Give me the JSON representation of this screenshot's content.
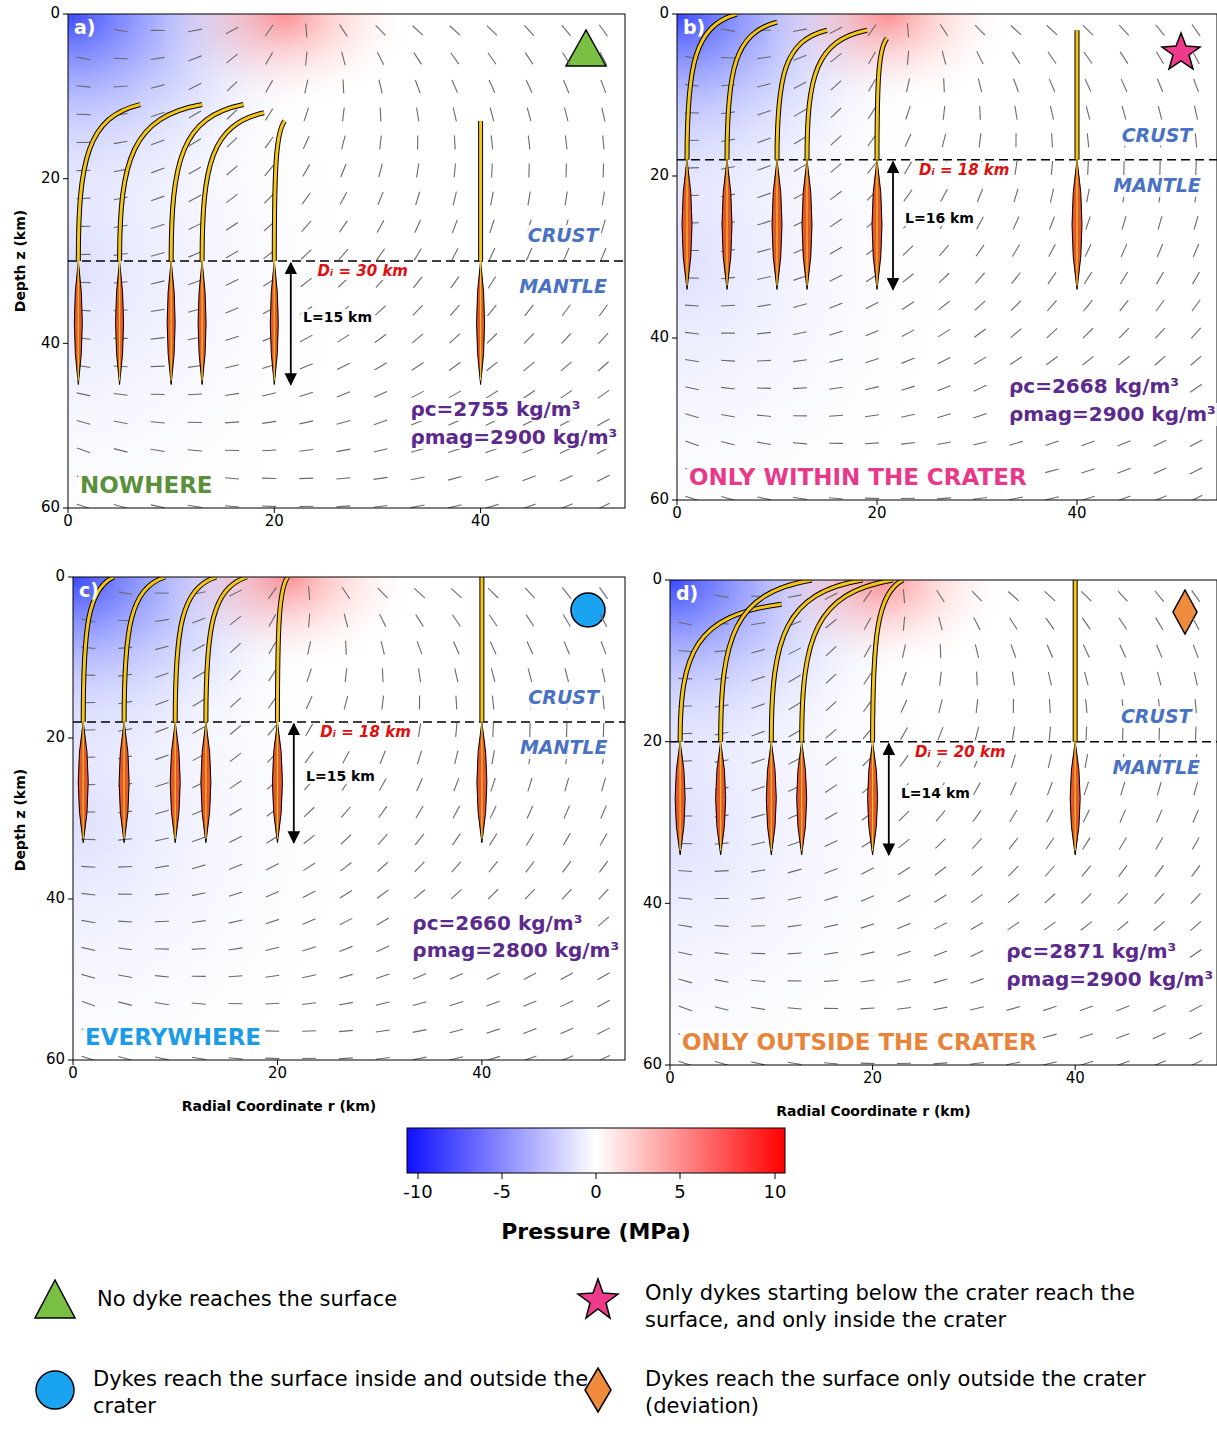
{
  "diagram": {
    "labels": [
      "a)",
      "CRUST",
      "MANTLE",
      "Dᵢ = 30 km",
      "L=15 km",
      "ρc=2755 kg/m³",
      "ρmag=2900 kg/m³",
      "NOWHERE",
      "Depth z (km)",
      "0",
      "20",
      "40",
      "60",
      "0",
      "20",
      "40",
      "b)",
      "CRUST",
      "MANTLE",
      "Dᵢ = 18 km",
      "L=16 km",
      "ρc=2668 kg/m³",
      "ρmag=2900 kg/m³",
      "ONLY WITHIN THE CRATER",
      "0",
      "20",
      "40",
      "60",
      "0",
      "20",
      "40",
      "c)",
      "CRUST",
      "MANTLE",
      "Dᵢ = 18 km",
      "L=15 km",
      "ρc=2660 kg/m³",
      "ρmag=2800 kg/m³",
      "EVERYWHERE",
      "Depth z (km)",
      "0",
      "20",
      "40",
      "60",
      "0",
      "20",
      "40",
      "Radial Coordinate r (km)",
      "d)",
      "CRUST",
      "MANTLE",
      "Dᵢ = 20 km",
      "L=14 km",
      "ρc=2871 kg/m³",
      "ρmag=2900 kg/m³",
      "ONLY OUTSIDE THE CRATER",
      "0",
      "20",
      "40",
      "60",
      "0",
      "20",
      "40",
      "Radial Coordinate r (km)",
      "-10",
      "-5",
      "0",
      "5",
      "10",
      "Pressure (MPa)"
    ],
    "legend": [
      {
        "text": "No dyke reaches the surface"
      },
      {
        "text": "Only dykes starting below the crater reach the surface, and only inside the crater"
      },
      {
        "text": "Dykes reach the surface inside and outside the crater"
      },
      {
        "text": "Dykes reach the surface only outside the crater (deviation)"
      }
    ]
  }
}
